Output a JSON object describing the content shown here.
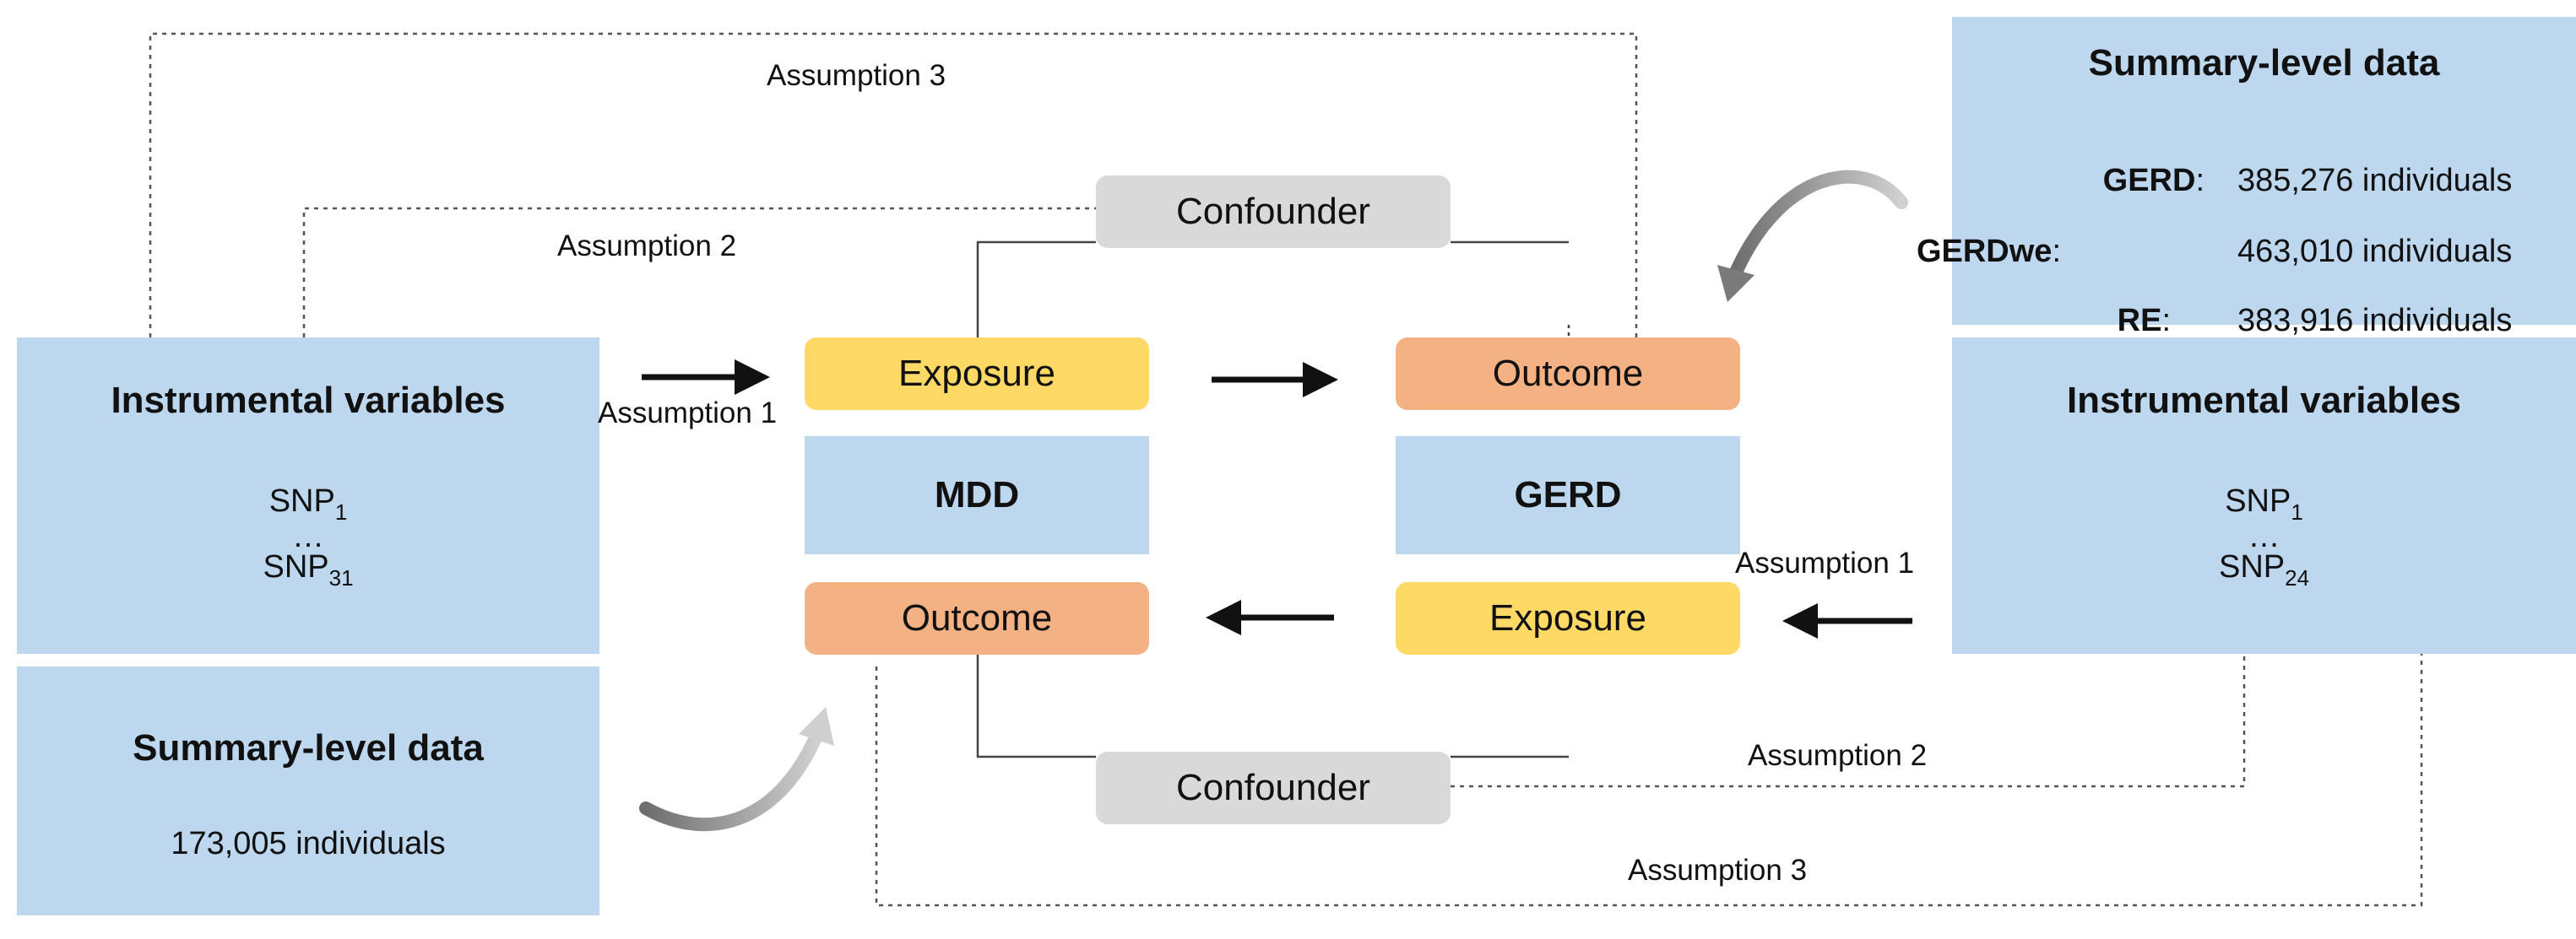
{
  "left": {
    "iv_title": "Instrumental variables",
    "snp_first": "SNP",
    "snp_first_sub": "1",
    "ellipsis": "…",
    "snp_last": "SNP",
    "snp_last_sub": "31",
    "summary_title": "Summary-level data",
    "summary_count": "173,005 individuals"
  },
  "right": {
    "summary_title": "Summary-level data",
    "rows": [
      {
        "key": "GERD",
        "sep": ":",
        "value": "385,276 individuals"
      },
      {
        "key": "GERDwe",
        "sep": ":",
        "value": "463,010 individuals"
      },
      {
        "key": "RE",
        "sep": ":",
        "value": "383,916 individuals"
      }
    ],
    "iv_title": "Instrumental variables",
    "snp_first": "SNP",
    "snp_first_sub": "1",
    "ellipsis": "…",
    "snp_last": "SNP",
    "snp_last_sub": "24"
  },
  "center": {
    "exposure_top": "Exposure",
    "outcome_top": "Outcome",
    "mdd": "MDD",
    "gerd": "GERD",
    "outcome_bottom": "Outcome",
    "exposure_bottom": "Exposure",
    "confounder_top": "Confounder",
    "confounder_bottom": "Confounder"
  },
  "assumptions": {
    "top_3": "Assumption 3",
    "top_2": "Assumption 2",
    "left_1": "Assumption 1",
    "right_1": "Assumption 1",
    "bottom_2": "Assumption 2",
    "bottom_3": "Assumption 3"
  },
  "colors": {
    "panel_blue": "#bdd7ee",
    "exposure_yellow": "#ffd966",
    "outcome_orange": "#f4b183",
    "confounder_grey": "#d9d9d9",
    "curved_arrow_grey": "#a6a6a6"
  }
}
